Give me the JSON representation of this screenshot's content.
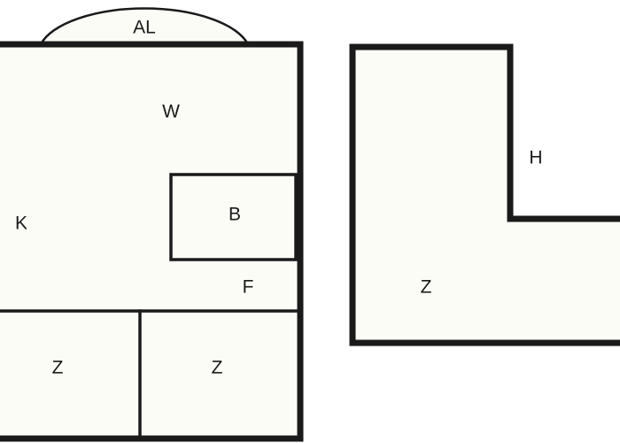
{
  "colors": {
    "wall": "#1a1a1a",
    "floor": "#fcfcf7",
    "background": "#ffffff"
  },
  "plan": {
    "labels": {
      "balcony": "AL",
      "living": "W",
      "kitchen": "K",
      "bath": "B",
      "hall_left": "F",
      "room_bottom_left": "Z",
      "room_bottom_right": "Z",
      "hall_right": "H",
      "room_right": "Z"
    }
  }
}
